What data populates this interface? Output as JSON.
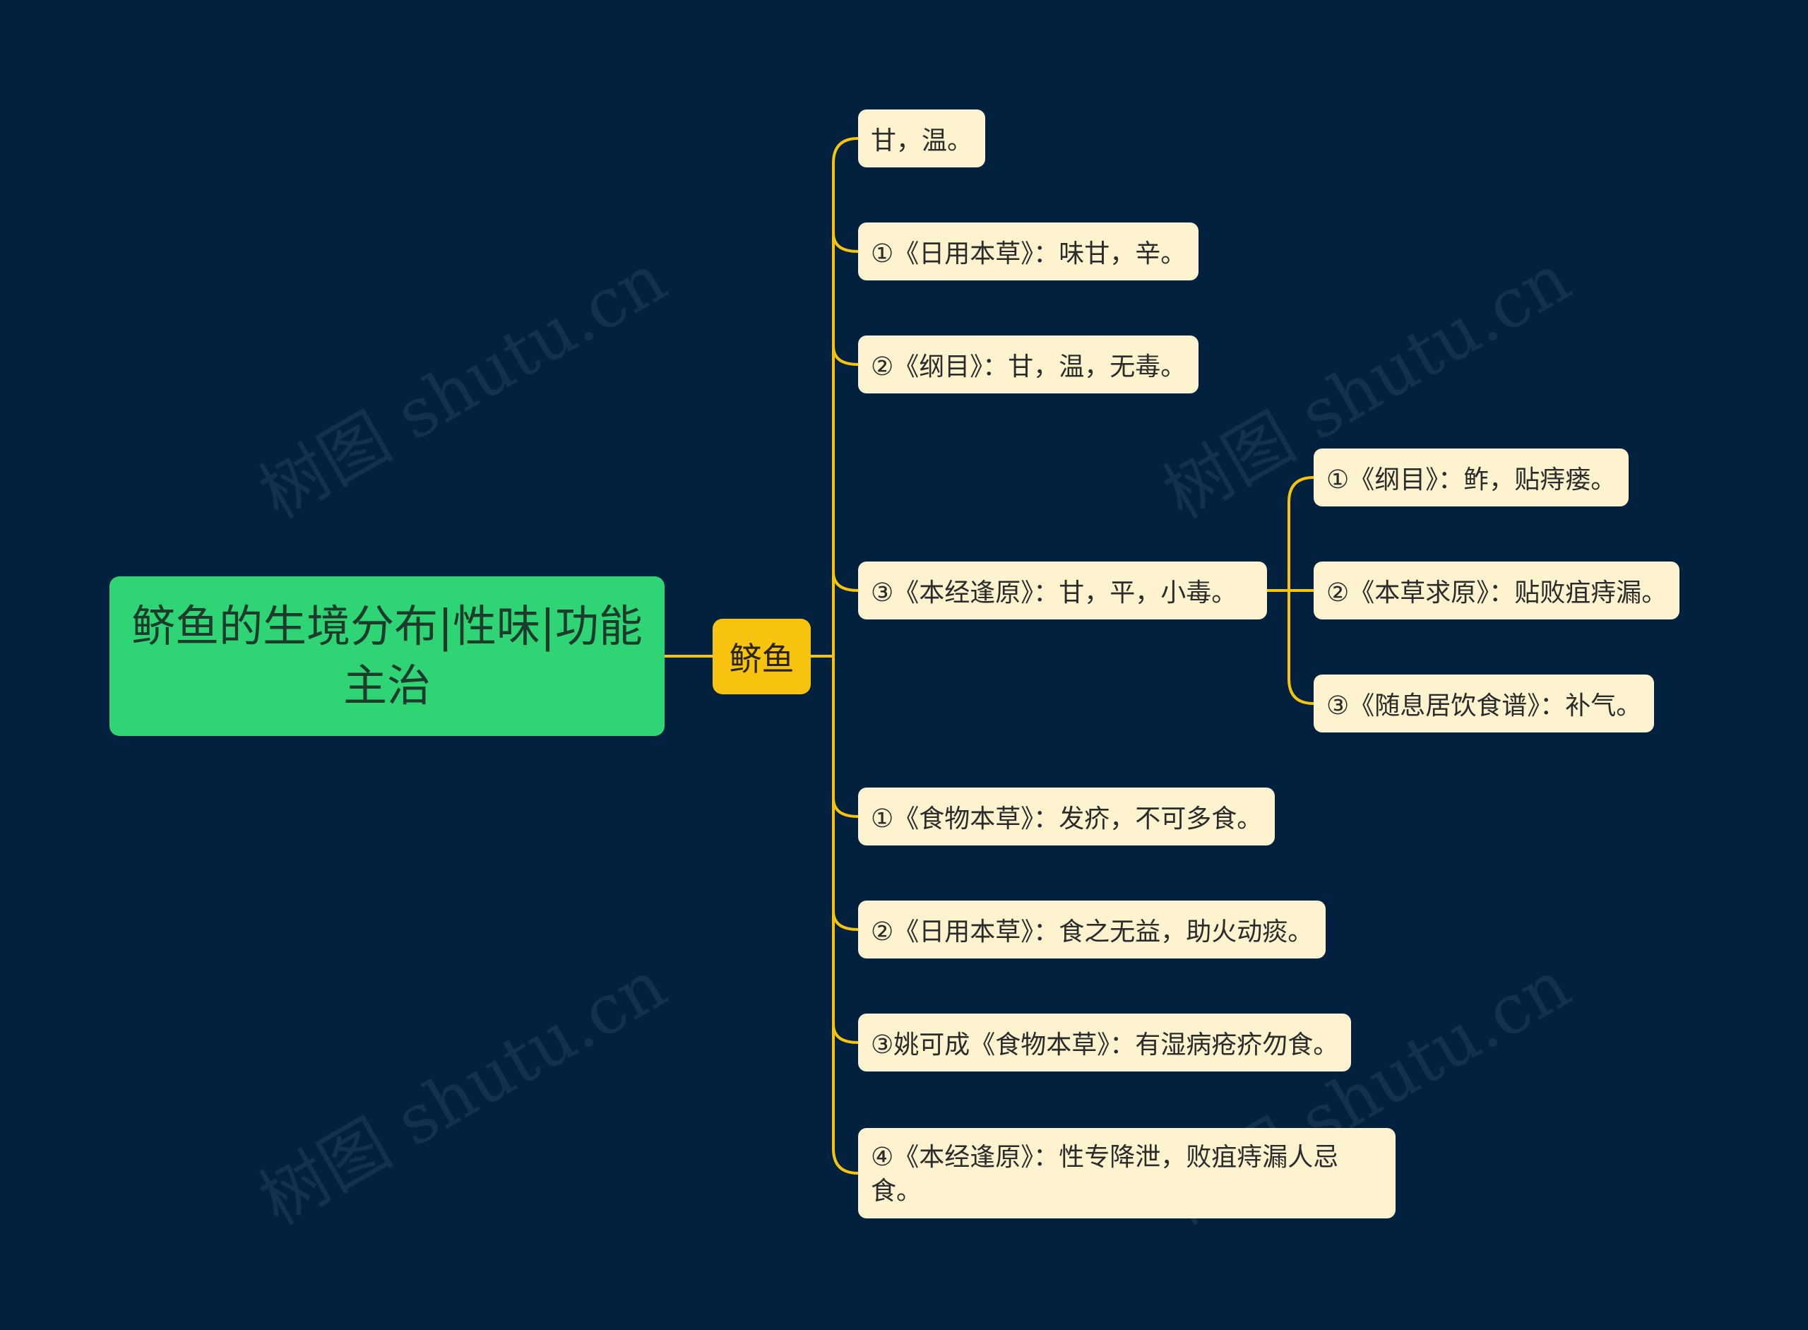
{
  "root": {
    "title": "鲚鱼的生境分布|性味|功能主治"
  },
  "branch": {
    "label": "鲚鱼"
  },
  "leaves": [
    {
      "text": "甘，温。"
    },
    {
      "text": "①《日用本草》：味甘，辛。"
    },
    {
      "text": "②《纲目》：甘，温，无毒。"
    },
    {
      "text": "③《本经逢原》：甘，平，小毒。"
    },
    {
      "text": "①《食物本草》：发疥，不可多食。"
    },
    {
      "text": "②《日用本草》：食之无益，助火动痰。"
    },
    {
      "text": "③姚可成《食物本草》：有湿病疮疥勿食。"
    },
    {
      "text": "④《本经逢原》：性专降泄，败疽痔漏人忌食。"
    }
  ],
  "subleaves": [
    {
      "text": "①《纲目》：鲊，贴痔瘘。"
    },
    {
      "text": "②《本草求原》：贴败疽痔漏。"
    },
    {
      "text": "③《随息居饮食谱》：补气。"
    }
  ],
  "watermark": {
    "text": "树图 shutu.cn"
  },
  "colors": {
    "background": "#02213f",
    "root": "#2fd574",
    "branch": "#f6c40f",
    "leaf": "#fdf3cf",
    "connector": "#f6c40f"
  }
}
